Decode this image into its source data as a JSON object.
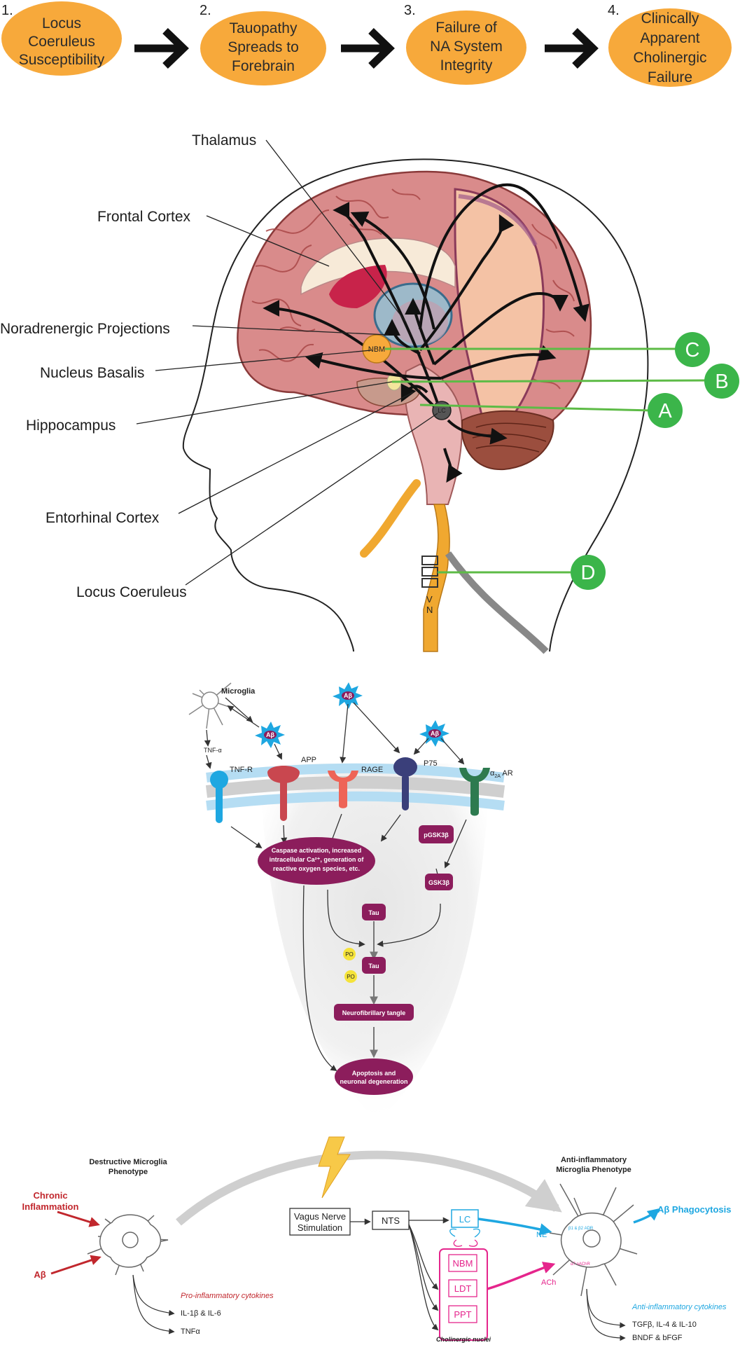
{
  "steps": [
    {
      "num": "1.",
      "lines": [
        "Locus",
        "Coeruleus",
        "Susceptibility"
      ]
    },
    {
      "num": "2.",
      "lines": [
        "Tauopathy",
        "Spreads to",
        "Forebrain"
      ]
    },
    {
      "num": "3.",
      "lines": [
        "Failure of",
        "NA System",
        "Integrity"
      ]
    },
    {
      "num": "4.",
      "lines": [
        "Clinically",
        "Apparent",
        "Cholinergic",
        "Failure"
      ]
    }
  ],
  "brain_labels": {
    "thalamus": "Thalamus",
    "frontal_cortex": "Frontal Cortex",
    "noradrenergic": "Noradrenergic Projections",
    "nucleus_basalis": "Nucleus Basalis",
    "hippocampus": "Hippocampus",
    "entorhinal": "Entorhinal Cortex",
    "locus_coeruleus": "Locus Coeruleus",
    "nbm": "NBM",
    "lc_marker": "LC",
    "vn_v": "V",
    "vn_n": "N"
  },
  "markers": {
    "a": "A",
    "b": "B",
    "c": "C",
    "d": "D"
  },
  "pathway": {
    "microglia": "Microglia",
    "abeta": "Aβ",
    "tnf_alpha": "TNF-α",
    "tnf_r": "TNF-R",
    "app": "APP",
    "rage": "RAGE",
    "p75": "P75",
    "alpha_ar_prefix": "α",
    "alpha_ar_sub": "2A",
    "alpha_ar_suffix": " AR",
    "caspase_l1": "Caspase activation, increased",
    "caspase_l2": "intracellular Ca²⁺, generation of",
    "caspase_l3": "reactive oxygen species, etc.",
    "pgsk": "pGSK3β",
    "gsk": "GSK3β",
    "tau": "Tau",
    "po": "PO",
    "nft": "Neurofibrillary tangle",
    "apoptosis_l1": "Apoptosis and",
    "apoptosis_l2": "neuronal degeneration"
  },
  "micro": {
    "destructive_l1": "Destructive Microglia",
    "destructive_l2": "Phenotype",
    "chronic_l1": "Chronic",
    "chronic_l2": "Inflammation",
    "abeta": "Aβ",
    "pro_title": "Pro-inflammatory cytokines",
    "pro_1": "IL-1β & IL-6",
    "pro_2": "TNFα",
    "vns_l1": "Vagus Nerve",
    "vns_l2": "Stimulation",
    "nts": "NTS",
    "lc": "LC",
    "nbm": "NBM",
    "ldt": "LDT",
    "ppt": "PPT",
    "cholinergic": "Cholinergic nuclei",
    "ne": "NE",
    "ach": "ACh",
    "beta_adr": "β1 & β2 ADR",
    "a7": "α7 nAChR",
    "anti_l1": "Anti-inflammatory",
    "anti_l2": "Microglia Phenotype",
    "phago": "Aβ Phagocytosis",
    "anti_title": "Anti-inflammatory cytokines",
    "anti_1": "TGFβ, IL-4 & IL-10",
    "anti_2": "BNDF & bFGF"
  },
  "colors": {
    "step_fill": "#F7A93B",
    "marker_green": "#3BB54A",
    "line_green": "#5DBB46",
    "brain_pink": "#D98B8B",
    "magenta": "#8C1D5C",
    "cyan": "#1EA7E1",
    "pink": "#E5258C",
    "red": "#C1272D",
    "orange": "#F0A830"
  }
}
